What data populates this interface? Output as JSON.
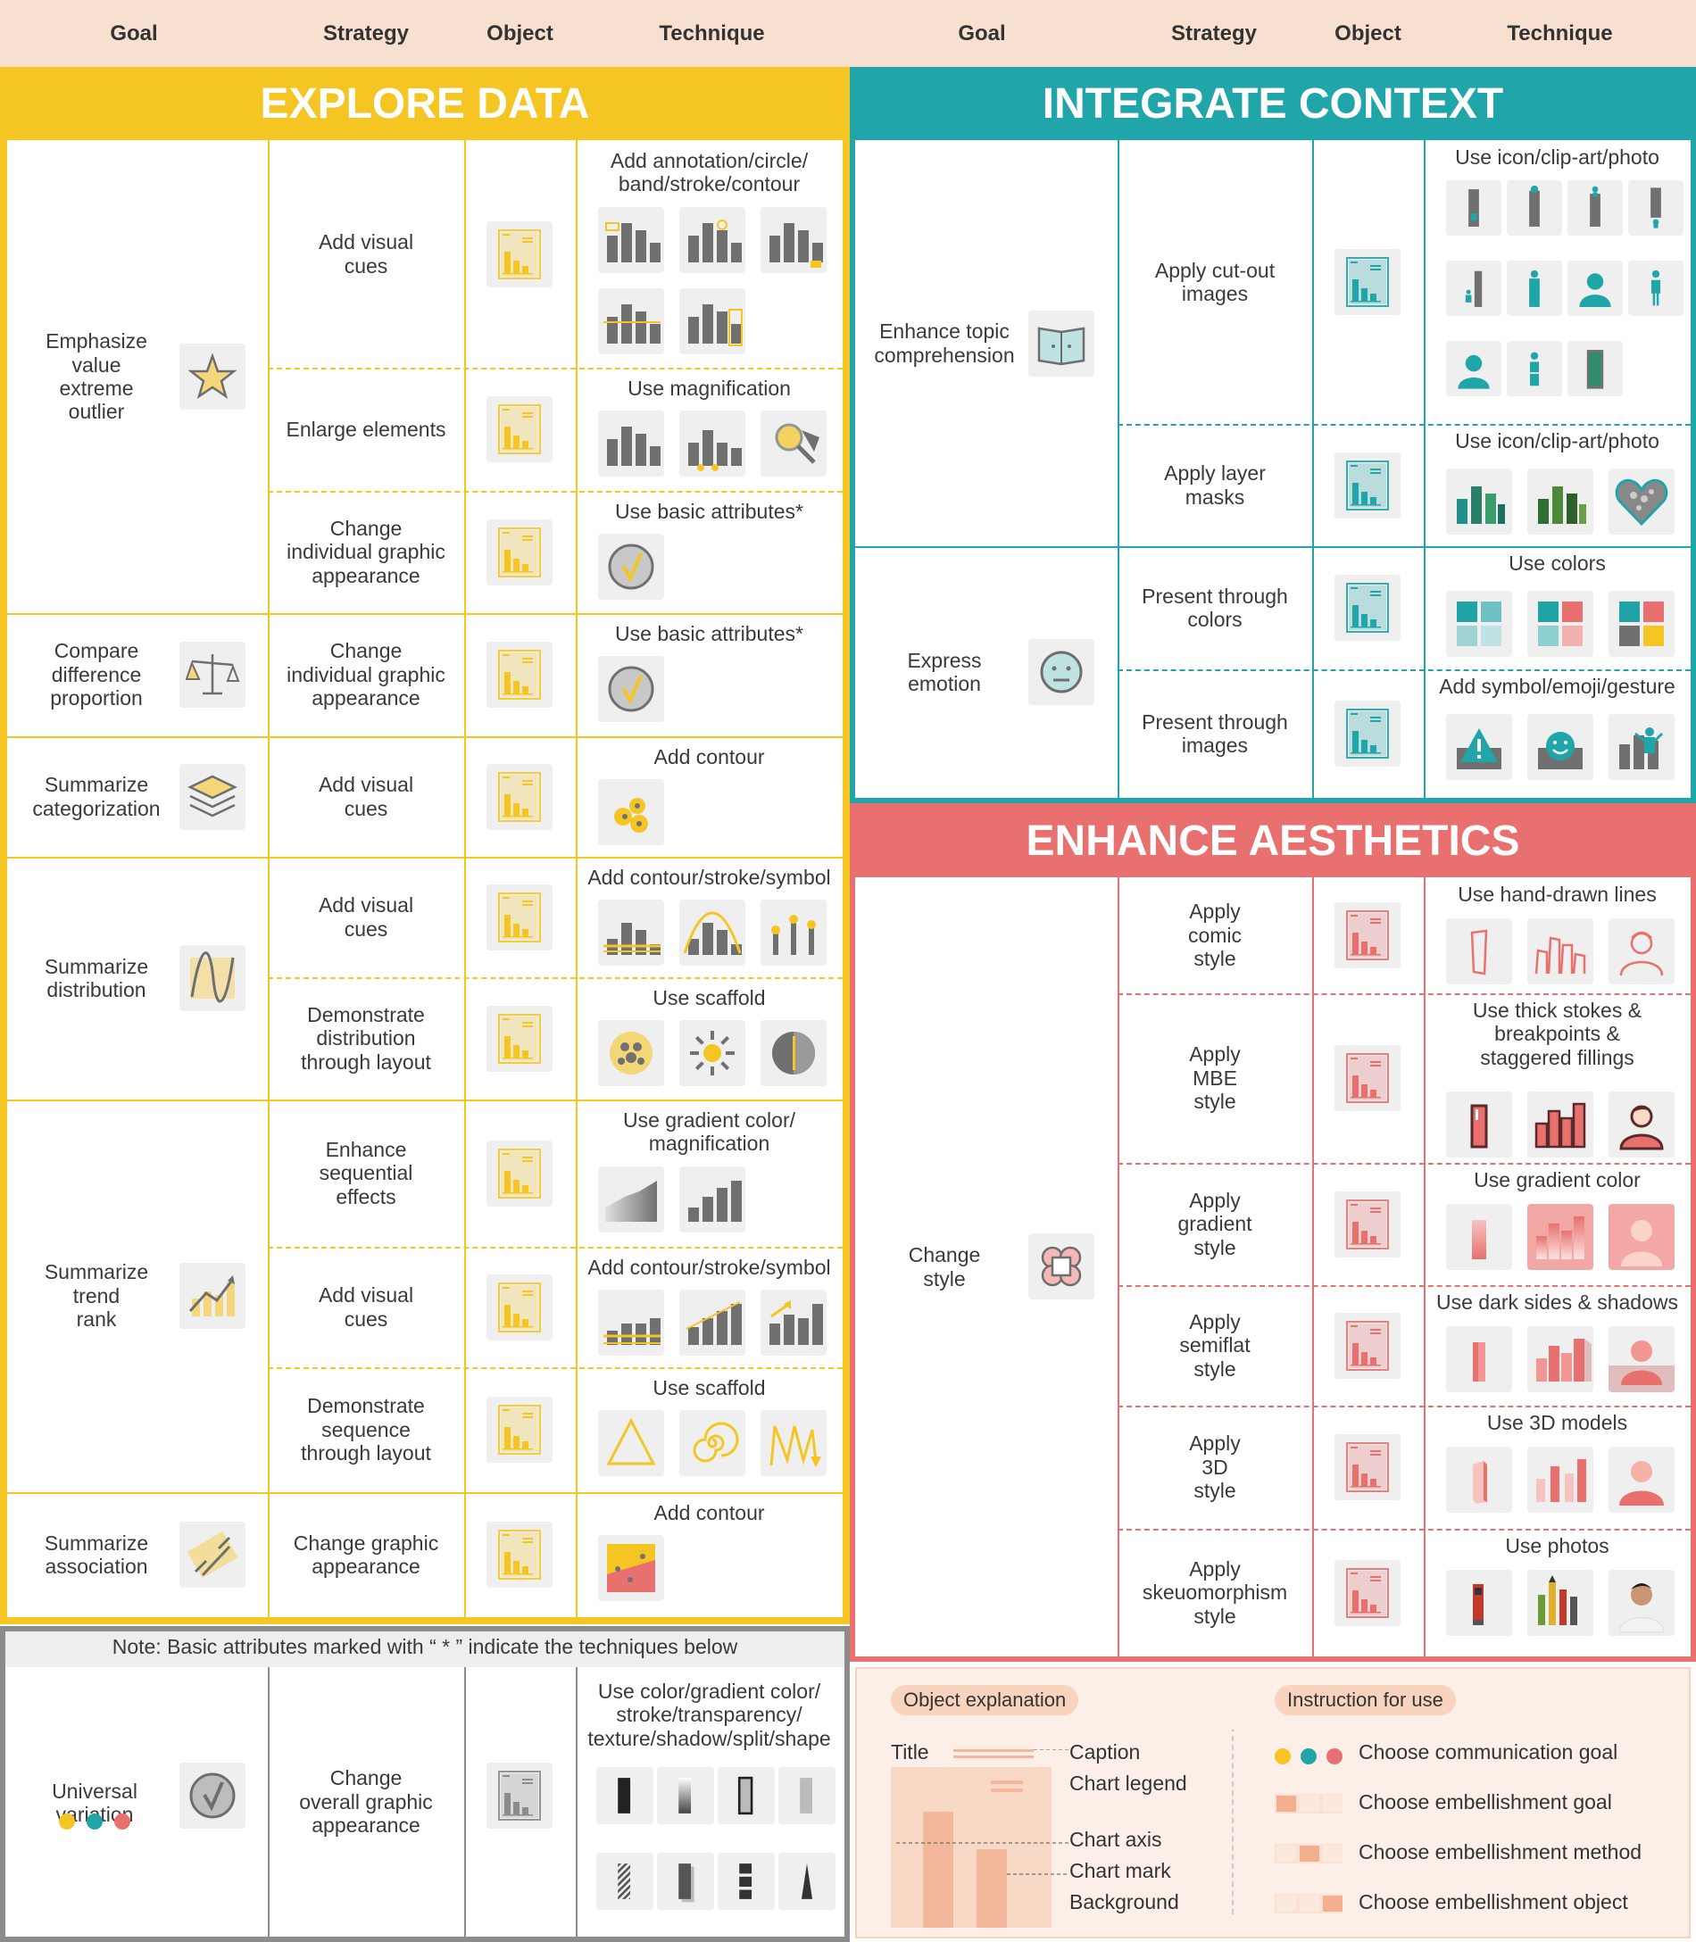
{
  "header": {
    "goal": "Goal",
    "strategy": "Strategy",
    "object": "Object",
    "technique": "Technique"
  },
  "sections": {
    "explore": "EXPLORE DATA",
    "integrate": "INTEGRATE CONTEXT",
    "aesthetics": "ENHANCE AESTHETICS"
  },
  "colors": {
    "explore": "#f5c623",
    "integrate": "#20a5a8",
    "aesthetics": "#e8716f",
    "note": "#8c8c8c",
    "icon_bg": "#efefef",
    "legend_bg": "#fcefe8"
  },
  "explore": {
    "goals": [
      "Emphasize\nvalue\nextreme\noutlier",
      "Compare\ndifference\nproportion",
      "Summarize\ncategorization",
      "Summarize\ndistribution",
      "Summarize\ntrend\nrank",
      "Summarize\nassociation"
    ],
    "strategies": [
      "Add visual\ncues",
      "Enlarge elements",
      "Change\nindividual graphic\nappearance",
      "Change\nindividual graphic\nappearance",
      "Add visual\ncues",
      "Add visual\ncues",
      "Demonstrate\ndistribution\nthrough layout",
      "Enhance\nsequential\neffects",
      "Add visual\ncues",
      "Demonstrate\nsequence\nthrough layout",
      "Change graphic\nappearance"
    ],
    "techniques": [
      "Add annotation/circle/\nband/stroke/contour",
      "Use magnification",
      "Use basic attributes*",
      "Use basic attributes*",
      "Add contour",
      "Add contour/stroke/symbol",
      "Use scaffold",
      "Use gradient color/\nmagnification",
      "Add contour/stroke/symbol",
      "Use scaffold",
      "Add contour"
    ]
  },
  "integrate": {
    "goals": [
      "Enhance topic\ncomprehension",
      "Express\nemotion"
    ],
    "strategies": [
      "Apply cut-out\nimages",
      "Apply layer\nmasks",
      "Present through\ncolors",
      "Present through\nimages"
    ],
    "techniques": [
      "Use icon/clip-art/photo",
      "Use icon/clip-art/photo",
      "Use colors",
      "Add symbol/emoji/gesture"
    ]
  },
  "aesthetics": {
    "goal": "Change\nstyle",
    "strategies": [
      "Apply\ncomic\nstyle",
      "Apply\nMBE\nstyle",
      "Apply\ngradient\nstyle",
      "Apply\nsemiflat\nstyle",
      "Apply\n3D\nstyle",
      "Apply\nskeuomorphism\nstyle"
    ],
    "techniques": [
      "Use hand-drawn lines",
      "Use thick stokes &\nbreakpoints &\nstaggered fillings",
      "Use gradient color",
      "Use dark sides & shadows",
      "Use 3D models",
      "Use photos"
    ]
  },
  "note": {
    "text": "Note: Basic attributes marked with “ * ” indicate the techniques below",
    "goal": "Universal\nvariation",
    "strategy": "Change\noverall graphic\nappearance",
    "technique": "Use color/gradient color/\nstroke/transparency/\ntexture/shadow/split/shape"
  },
  "legend": {
    "object_title": "Object explanation",
    "instruction_title": "Instruction for use",
    "labels": {
      "title": "Title",
      "caption": "Caption",
      "chart_legend": "Chart legend",
      "chart_axis": "Chart axis",
      "chart_mark": "Chart mark",
      "background": "Background"
    },
    "instructions": [
      "Choose communication goal",
      "Choose embellishment goal",
      "Choose embellishment method",
      "Choose embellishment object"
    ]
  }
}
